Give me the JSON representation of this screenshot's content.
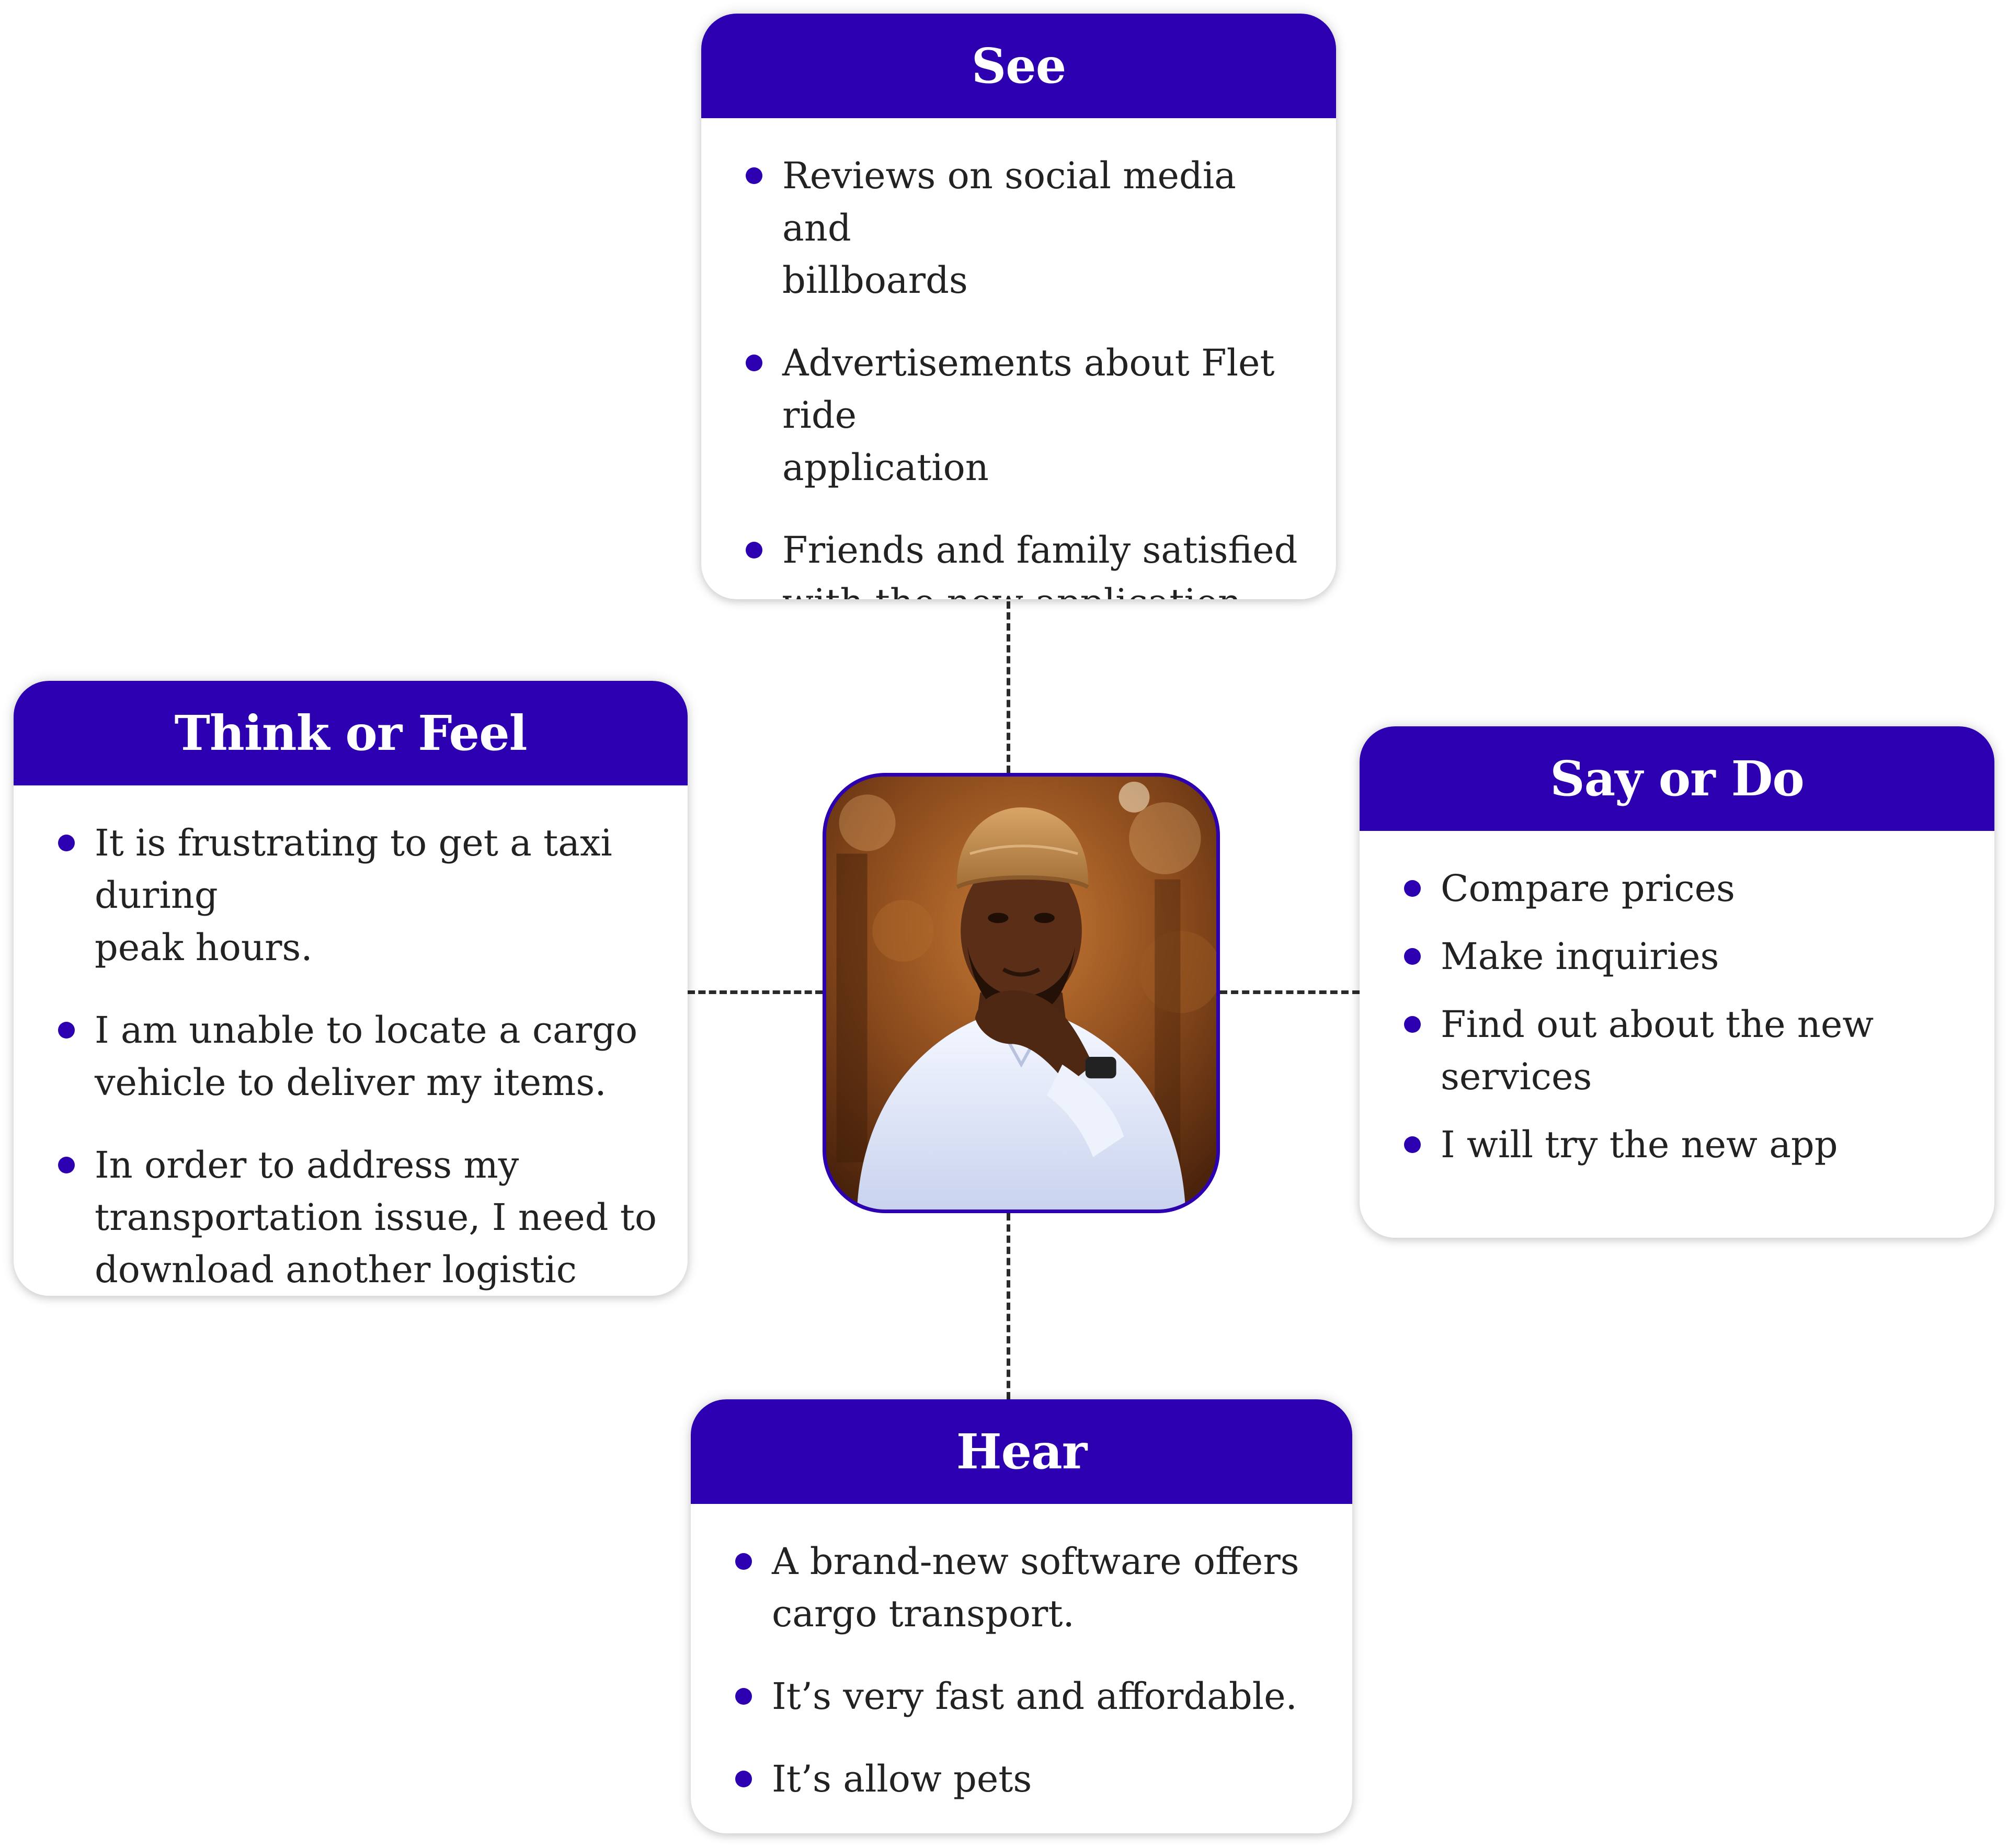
{
  "colors": {
    "accent": "#2c00b0",
    "text": "#222222",
    "connector": "#2a2a2a"
  },
  "center": {
    "photo": "person-portrait"
  },
  "cards": {
    "see": {
      "title": "See",
      "items": [
        [
          "Reviews on social media and",
          "billboards"
        ],
        [
          "Advertisements about Flet ride",
          "application"
        ],
        [
          "Friends and family satisfied",
          "with the new application"
        ]
      ]
    },
    "think": {
      "title": "Think or Feel",
      "items": [
        [
          "It is frustrating to get a taxi during",
          "peak hours."
        ],
        [
          "I am unable to locate a cargo",
          "vehicle to deliver my items."
        ],
        [
          "In order to address my",
          "transportation issue, I need to",
          "download another logistic app."
        ]
      ]
    },
    "say": {
      "title": "Say or Do",
      "items": [
        [
          "Compare prices"
        ],
        [
          "Make inquiries"
        ],
        [
          "Find out about the new services"
        ],
        [
          "I will try the new app"
        ]
      ]
    },
    "hear": {
      "title": "Hear",
      "items": [
        [
          "A brand-new software offers",
          "cargo transport."
        ],
        [
          "It’s very fast and affordable."
        ],
        [
          "It’s allow pets"
        ]
      ]
    }
  }
}
